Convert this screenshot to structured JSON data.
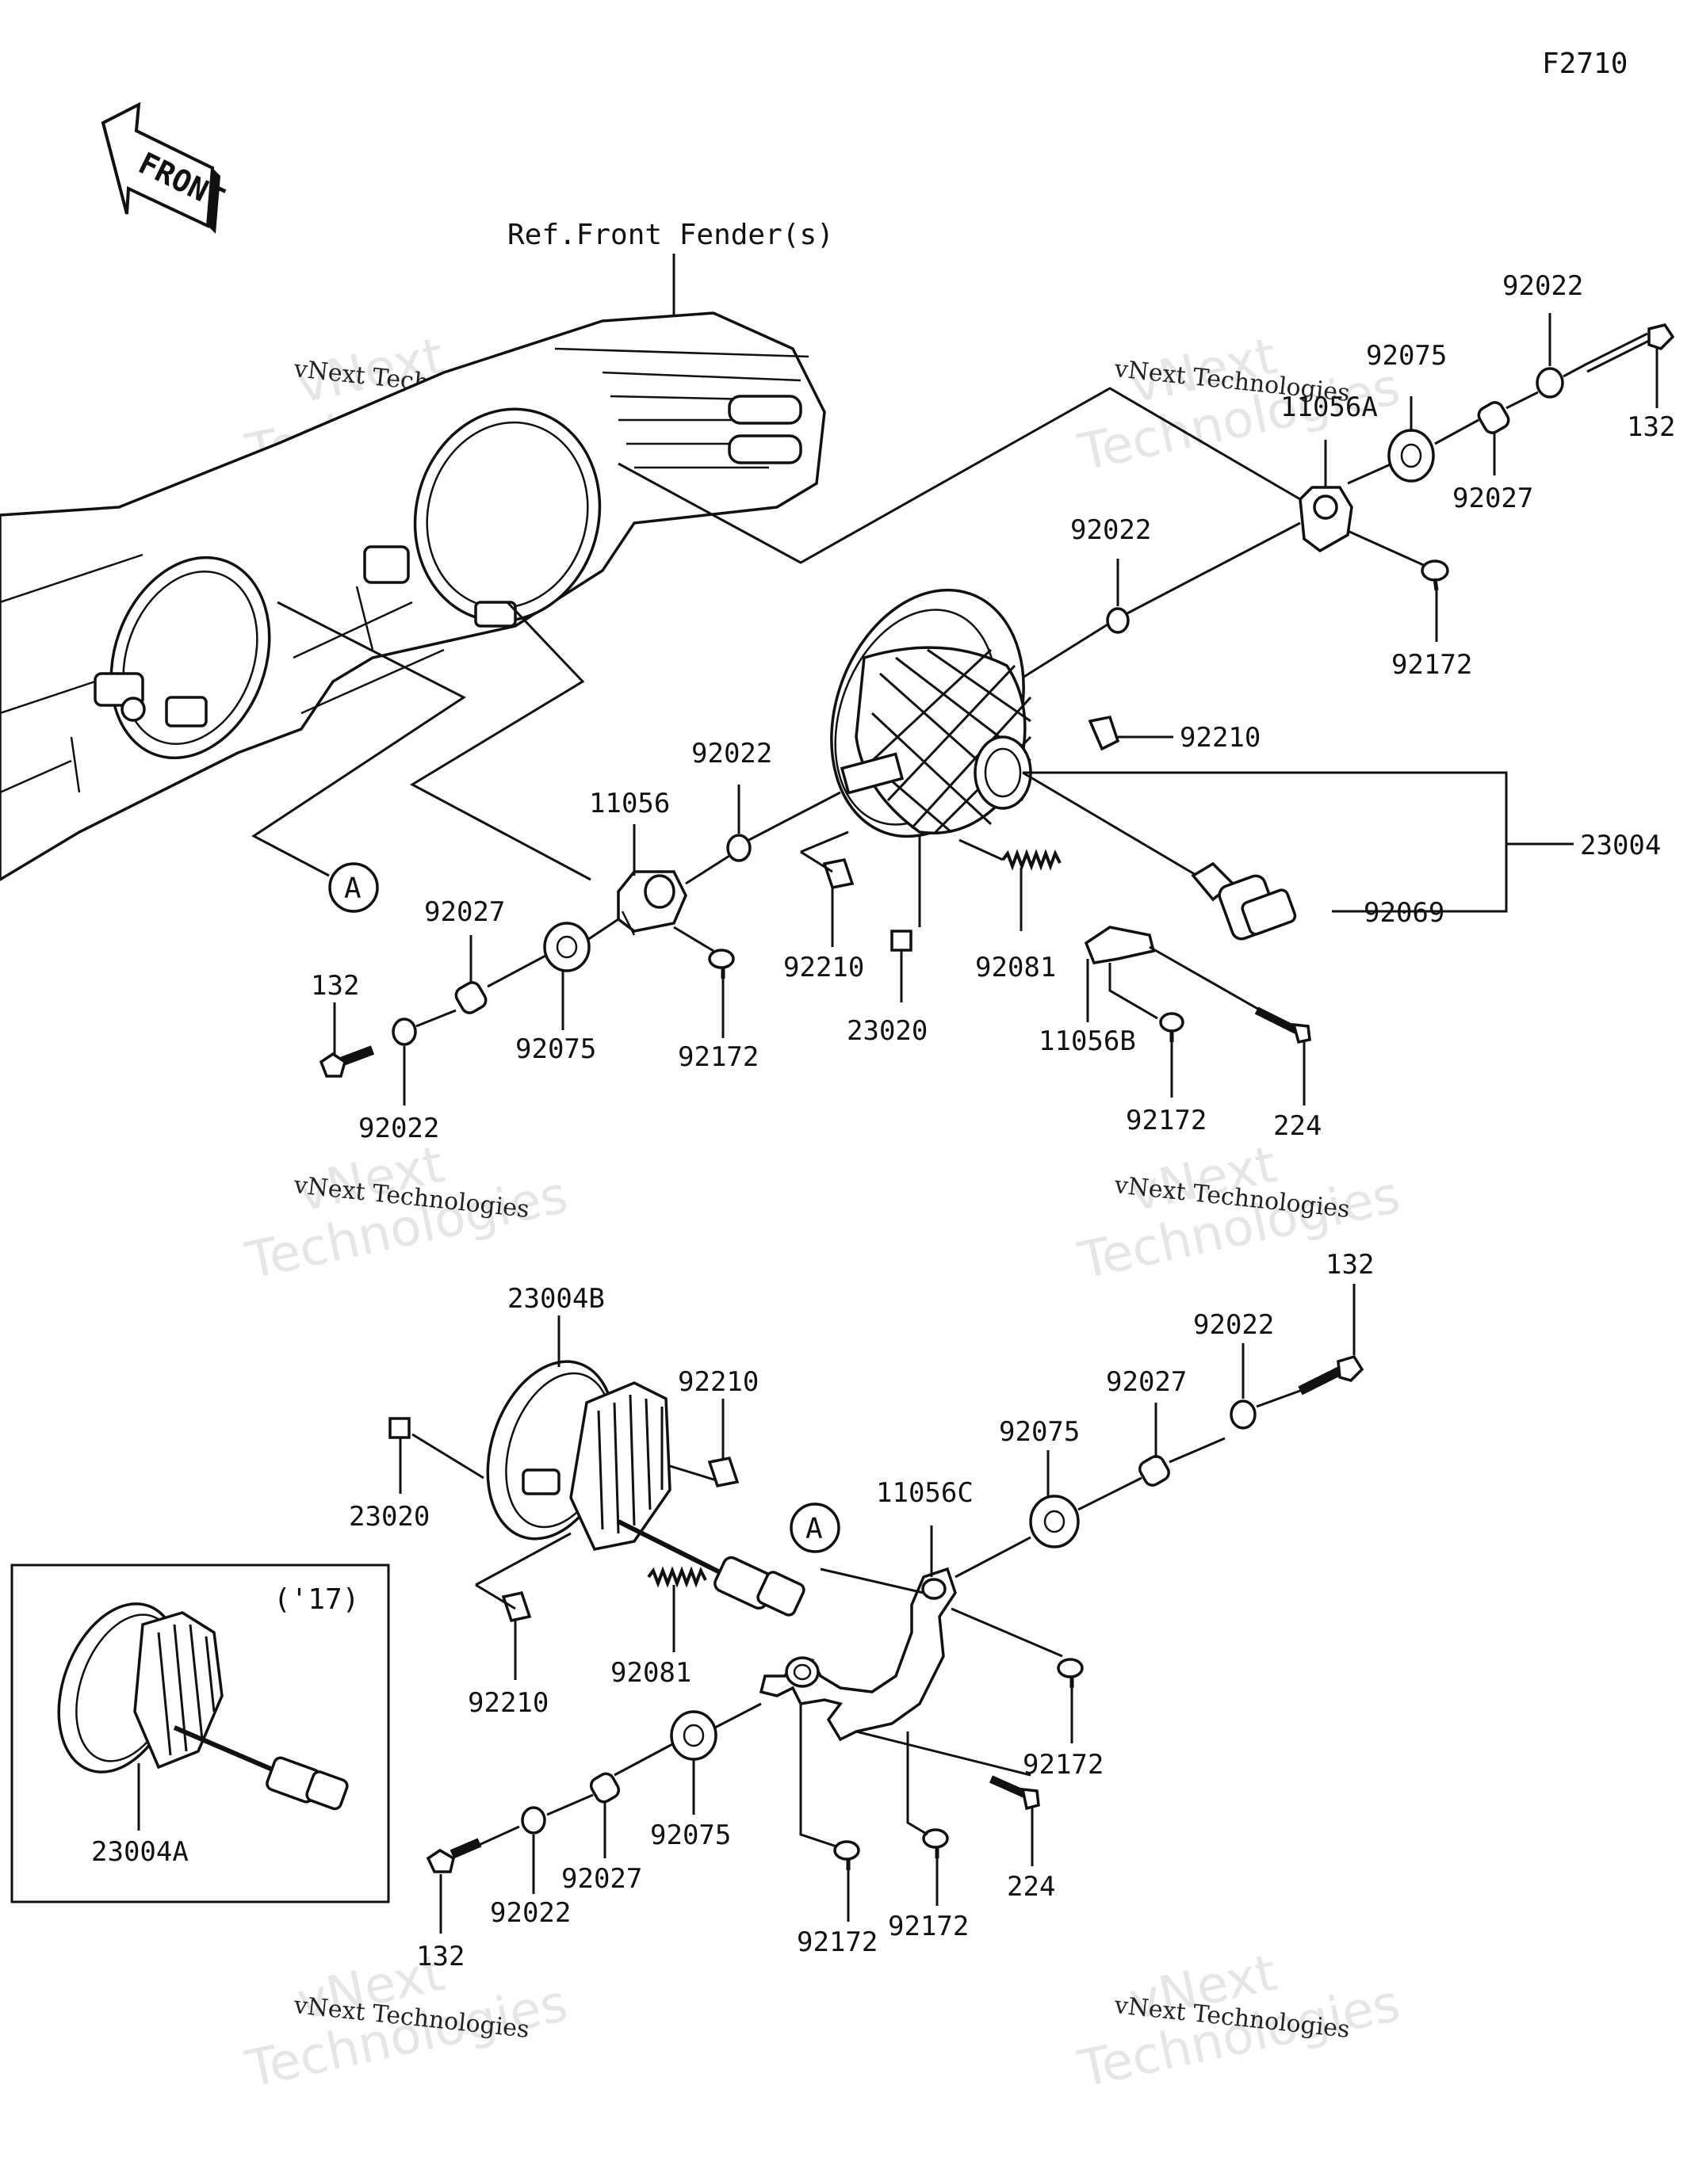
{
  "figure_code": "F2710",
  "front_label": "FRONT",
  "ref_label": "Ref.Front Fender(s)",
  "inset_year": "('17)",
  "callout_a": "A",
  "watermark": {
    "line1": "vNext",
    "line2": "Technologies",
    "small": "vNext Technologies"
  },
  "part_labels": {
    "upper": [
      "92022",
      "132",
      "92075",
      "11056A",
      "92027",
      "92022",
      "92172",
      "92210",
      "23004",
      "92069",
      "92022",
      "11056",
      "92210",
      "92027",
      "132",
      "92075",
      "92172",
      "23020",
      "92081",
      "11056B",
      "92172",
      "224",
      "92022"
    ],
    "lower": [
      "23004B",
      "92210",
      "23020",
      "11056C",
      "132",
      "92022",
      "92027",
      "92075",
      "92081",
      "92210",
      "92172",
      "224",
      "92075",
      "92027",
      "92022",
      "132",
      "92172",
      "92172",
      "23004A"
    ]
  }
}
